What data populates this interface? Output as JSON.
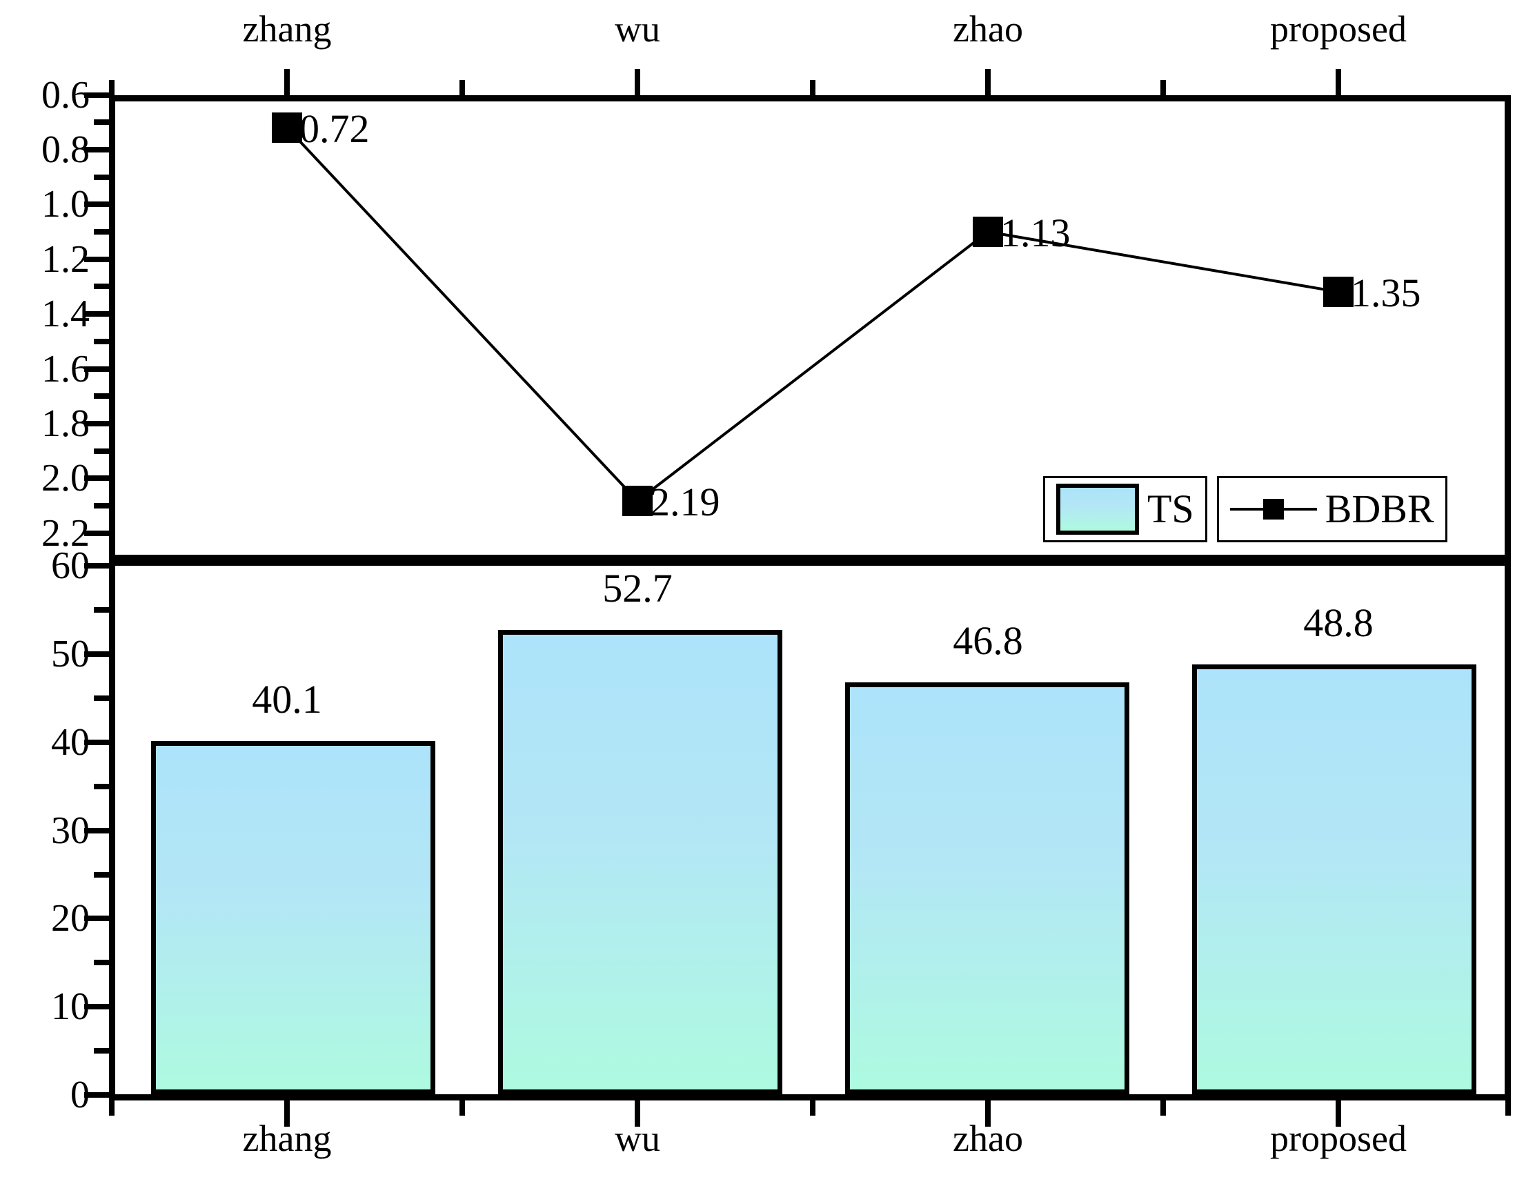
{
  "chart_data": {
    "type": "bar",
    "title": "",
    "xlabel": "",
    "categories": [
      "zhang",
      "wu",
      "zhao",
      "proposed"
    ],
    "panels": [
      {
        "name": "BDBR",
        "type": "line",
        "ylabel": "",
        "ylim": [
          0.6,
          2.3
        ],
        "inverted": true,
        "yticks": [
          "0.6",
          "0.8",
          "1.0",
          "1.2",
          "1.4",
          "1.6",
          "1.8",
          "2.0",
          "2.2"
        ],
        "ytick_values": [
          0.6,
          0.8,
          1.0,
          1.2,
          1.4,
          1.6,
          1.8,
          2.0,
          2.2
        ],
        "values": [
          0.72,
          2.19,
          1.13,
          1.35
        ],
        "value_labels": [
          "0.72",
          "2.19",
          "1.13",
          "1.35"
        ],
        "marker": "square",
        "marker_color": "#000000",
        "line_color": "#000000"
      },
      {
        "name": "TS",
        "type": "bar",
        "ylabel": "",
        "ylim": [
          0,
          60
        ],
        "inverted": false,
        "yticks": [
          "0",
          "10",
          "20",
          "30",
          "40",
          "50",
          "60"
        ],
        "ytick_values": [
          0,
          10,
          20,
          30,
          40,
          50,
          60
        ],
        "values": [
          40.1,
          52.7,
          46.8,
          48.8
        ],
        "value_labels": [
          "40.1",
          "52.7",
          "46.8",
          "48.8"
        ],
        "bar_fill_top": "#ade3fb",
        "bar_fill_bottom": "#aefae0",
        "bar_edge_color": "#000000"
      }
    ],
    "grid": false,
    "legend": {
      "position": "bottom-right-of-top-panel",
      "entries": [
        {
          "label": "TS",
          "symbol": "gradient-swatch"
        },
        {
          "label": "BDBR",
          "symbol": "line-square-marker"
        }
      ]
    }
  },
  "top_category_labels": [
    "zhang",
    "wu",
    "zhao",
    "proposed"
  ],
  "bottom_category_labels": [
    "zhang",
    "wu",
    "zhao",
    "proposed"
  ]
}
